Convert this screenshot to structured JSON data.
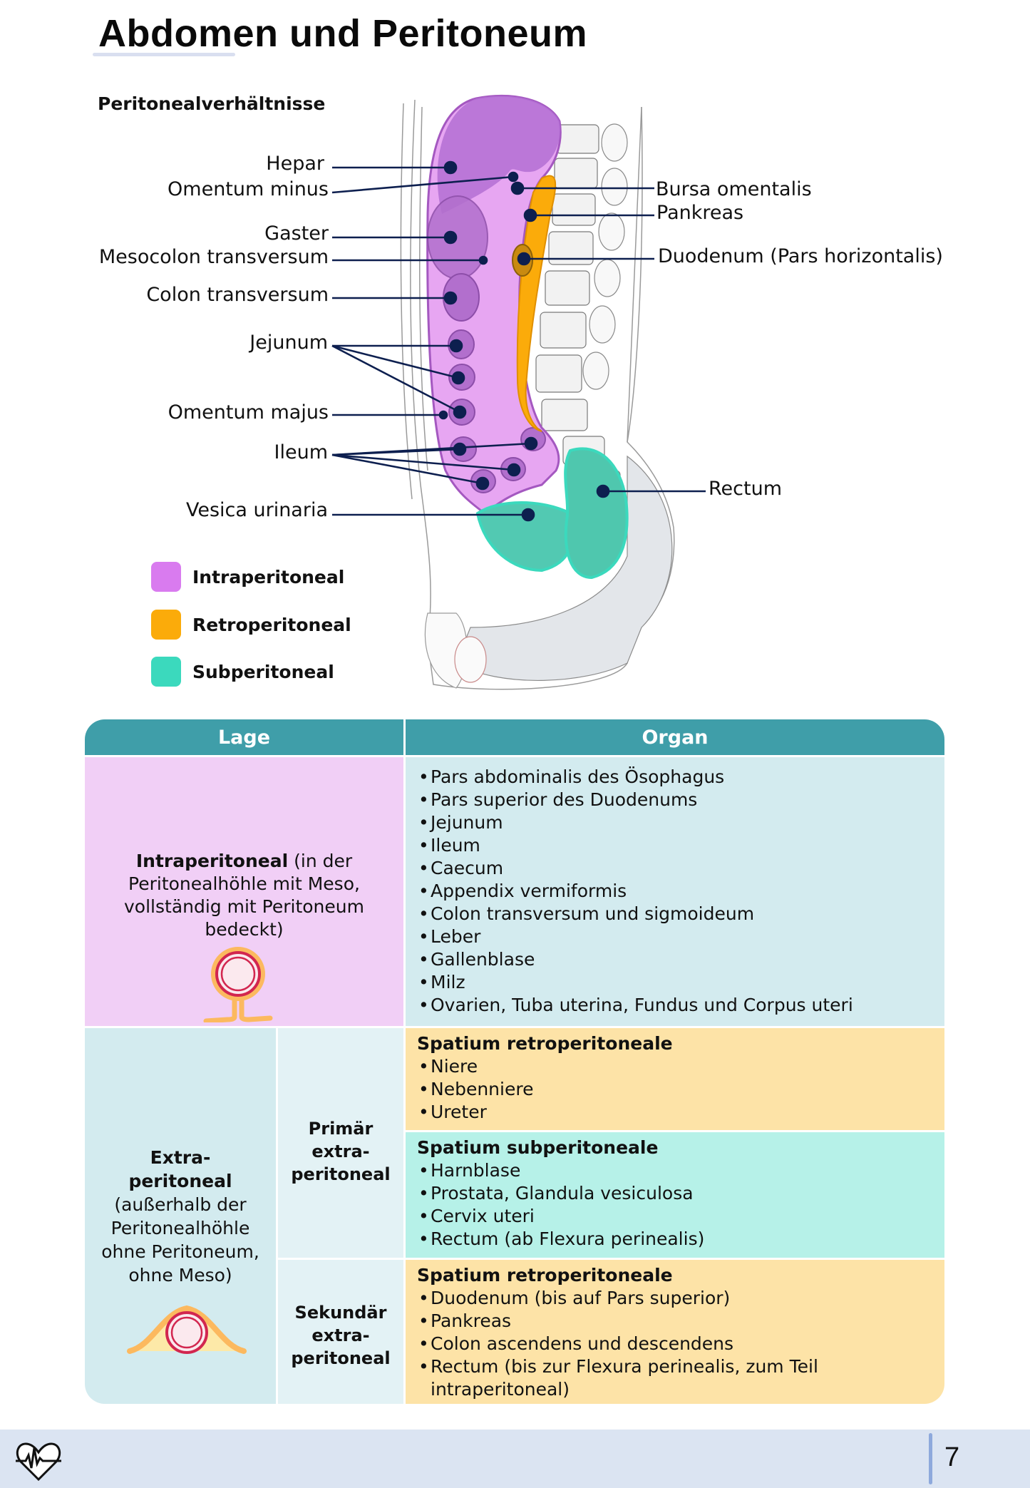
{
  "page": {
    "title": "Abdomen und Peritoneum",
    "subtitle": "Peritonealverhältnisse",
    "page_number": "7",
    "footer_icon": "heart-pulse-icon"
  },
  "colors": {
    "intraperitoneal": "#d97bef",
    "retroperitoneal": "#fbab0a",
    "subperitoneal": "#3bd9bd",
    "table_header": "#3f9ea9",
    "leader_line": "#0d1f4f"
  },
  "figure": {
    "labels_left": [
      {
        "id": "hepar",
        "text": "Hepar"
      },
      {
        "id": "omentum-minus",
        "text": "Omentum minus"
      },
      {
        "id": "gaster",
        "text": "Gaster"
      },
      {
        "id": "mesocolon-transversum",
        "text": "Mesocolon transversum"
      },
      {
        "id": "colon-transversum",
        "text": "Colon transversum"
      },
      {
        "id": "jejunum",
        "text": "Jejunum"
      },
      {
        "id": "omentum-majus",
        "text": "Omentum majus"
      },
      {
        "id": "ileum",
        "text": "Ileum"
      },
      {
        "id": "vesica-urinaria",
        "text": "Vesica urinaria"
      }
    ],
    "labels_right": [
      {
        "id": "bursa-omentalis",
        "text": "Bursa omentalis"
      },
      {
        "id": "pankreas",
        "text": "Pankreas"
      },
      {
        "id": "duodenum",
        "text": "Duodenum (Pars horizontalis)"
      },
      {
        "id": "rectum",
        "text": "Rectum"
      }
    ],
    "legend": [
      {
        "label": "Intraperitoneal",
        "color": "#d97bef"
      },
      {
        "label": "Retroperitoneal",
        "color": "#fbab0a"
      },
      {
        "label": "Subperitoneal",
        "color": "#3bd9bd"
      }
    ]
  },
  "table": {
    "headers": {
      "lage": "Lage",
      "organ": "Organ"
    },
    "intra": {
      "lage_bold": "Intraperitoneal",
      "lage_rest": " (in der Peritonealhöhle mit Meso, vollständig mit Peritoneum bedeckt)",
      "organs": [
        "Pars abdominalis des Ösophagus",
        "Pars superior des Duodenums",
        "Jejunum",
        "Ileum",
        "Caecum",
        "Appendix vermiformis",
        "Colon transversum und sigmoideum",
        "Leber",
        "Gallenblase",
        "Milz",
        "Ovarien, Tuba uterina, Fundus und Corpus uteri"
      ]
    },
    "extra": {
      "lage_bold": "Extra-\nperitoneal",
      "lage_rest": "(außerhalb der Peritonealhöhle ohne Peritoneum, ohne Meso)",
      "primaer": {
        "label": "Primär extra-peritoneal",
        "groups": [
          {
            "head": "Spatium retroperitoneale",
            "items": [
              "Niere",
              "Nebenniere",
              "Ureter"
            ]
          },
          {
            "head": "Spatium subperitoneale",
            "items": [
              "Harnblase",
              "Prostata, Glandula vesiculosa",
              "Cervix uteri",
              "Rectum (ab Flexura perinealis)"
            ]
          }
        ]
      },
      "sekundaer": {
        "label": "Sekundär extra-peritoneal",
        "groups": [
          {
            "head": "Spatium retroperitoneale",
            "items": [
              "Duodenum (bis auf Pars superior)",
              "Pankreas",
              "Colon ascendens und descendens",
              "Rectum (bis zur Flexura perinealis, zum Teil intraperitoneal)"
            ]
          }
        ]
      }
    }
  }
}
